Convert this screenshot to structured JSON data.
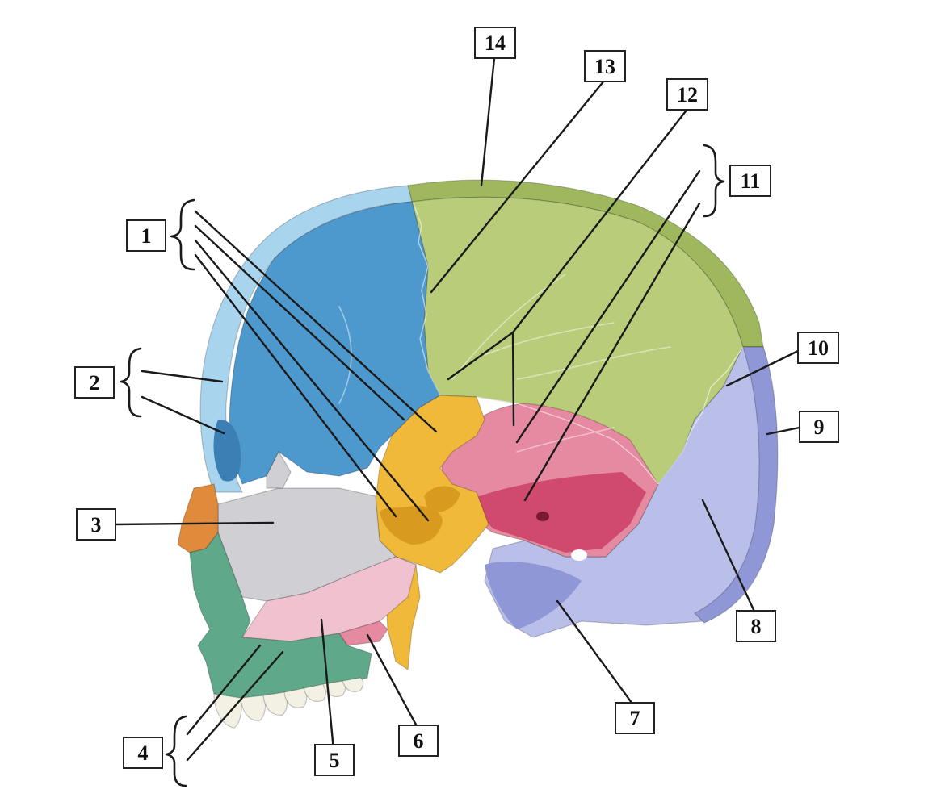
{
  "colors": {
    "parietal": "#b9cc7a",
    "parietal_dark": "#9fb85e",
    "frontal": "#4d98cc",
    "frontal_dark": "#3c7fb4",
    "frontal_diploe": "#a9d4ee",
    "occipital": "#b9bfe8",
    "occipital_dark": "#8f97d6",
    "temporal": "#e58aa0",
    "temporal_dark": "#d04a6e",
    "sphenoid": "#f0b93a",
    "sphenoid_dark": "#d99a20",
    "ethmoid": "#cfcfd4",
    "vomer_palatine": "#f0c2d0",
    "maxilla": "#5fa88a",
    "nasal": "#e08a3c",
    "teeth": "#f3f0e4",
    "line": "#1a1a1a"
  },
  "labels": [
    {
      "id": "1",
      "text": "1"
    },
    {
      "id": "2",
      "text": "2"
    },
    {
      "id": "3",
      "text": "3"
    },
    {
      "id": "4",
      "text": "4"
    },
    {
      "id": "5",
      "text": "5"
    },
    {
      "id": "6",
      "text": "6"
    },
    {
      "id": "7",
      "text": "7"
    },
    {
      "id": "8",
      "text": "8"
    },
    {
      "id": "9",
      "text": "9"
    },
    {
      "id": "10",
      "text": "10"
    },
    {
      "id": "11",
      "text": "11"
    },
    {
      "id": "12",
      "text": "12"
    },
    {
      "id": "13",
      "text": "13"
    },
    {
      "id": "14",
      "text": "14"
    }
  ]
}
